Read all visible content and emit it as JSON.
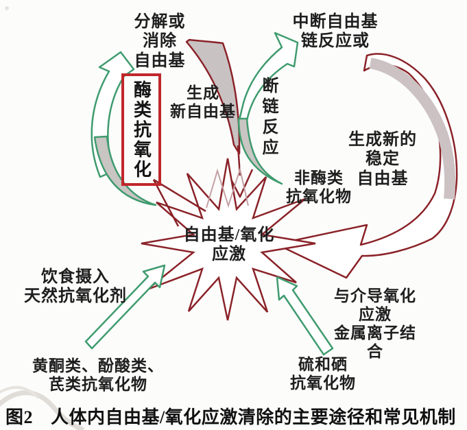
{
  "caption": {
    "label": "图2",
    "text": "人体内自由基/氧化应激清除的主要途径和常见机制"
  },
  "center": {
    "burst_text": "自由基/氧化\n应激"
  },
  "labels": {
    "decompose": "分解或\n消除\n自由基",
    "enzyme_antioxidant": "酶类抗氧化",
    "generate_new_radicals": "生成\n新自由基",
    "interrupt_chain": "中断自由基\n链反应或",
    "chain_breaking": "断链反应",
    "new_stable_radicals": "生成新的稳定\n自由基",
    "non_enzyme_antioxidants": "非酶类\n抗氧化物",
    "dietary_intake": "饮食摄入\n天然抗氧化剂",
    "flavonoids": "黄酮类、酚酸类、\n芪类抗氧化物",
    "metal_ion_binding": "与介导氧化应激\n金属离子结合",
    "sulfur_selenium": "硫和硒\n抗氧化物"
  },
  "icons": {
    "burst": "starburst-shape",
    "cycle": "circular-cycle-arrow",
    "straight_arrows": "straight-outline-arrow",
    "curved_arrow": "curved-band-arrow"
  },
  "colors": {
    "maroon": "#8a2228",
    "green": "#3f9b6e",
    "gray_fill": "#c8c5c3",
    "pink_gray_fill": "#ccc2c3",
    "box_red": "#c0272b",
    "pink_echo": "#c4a0a4",
    "text": "#1e1e1e",
    "background": "#fcfcfb"
  }
}
